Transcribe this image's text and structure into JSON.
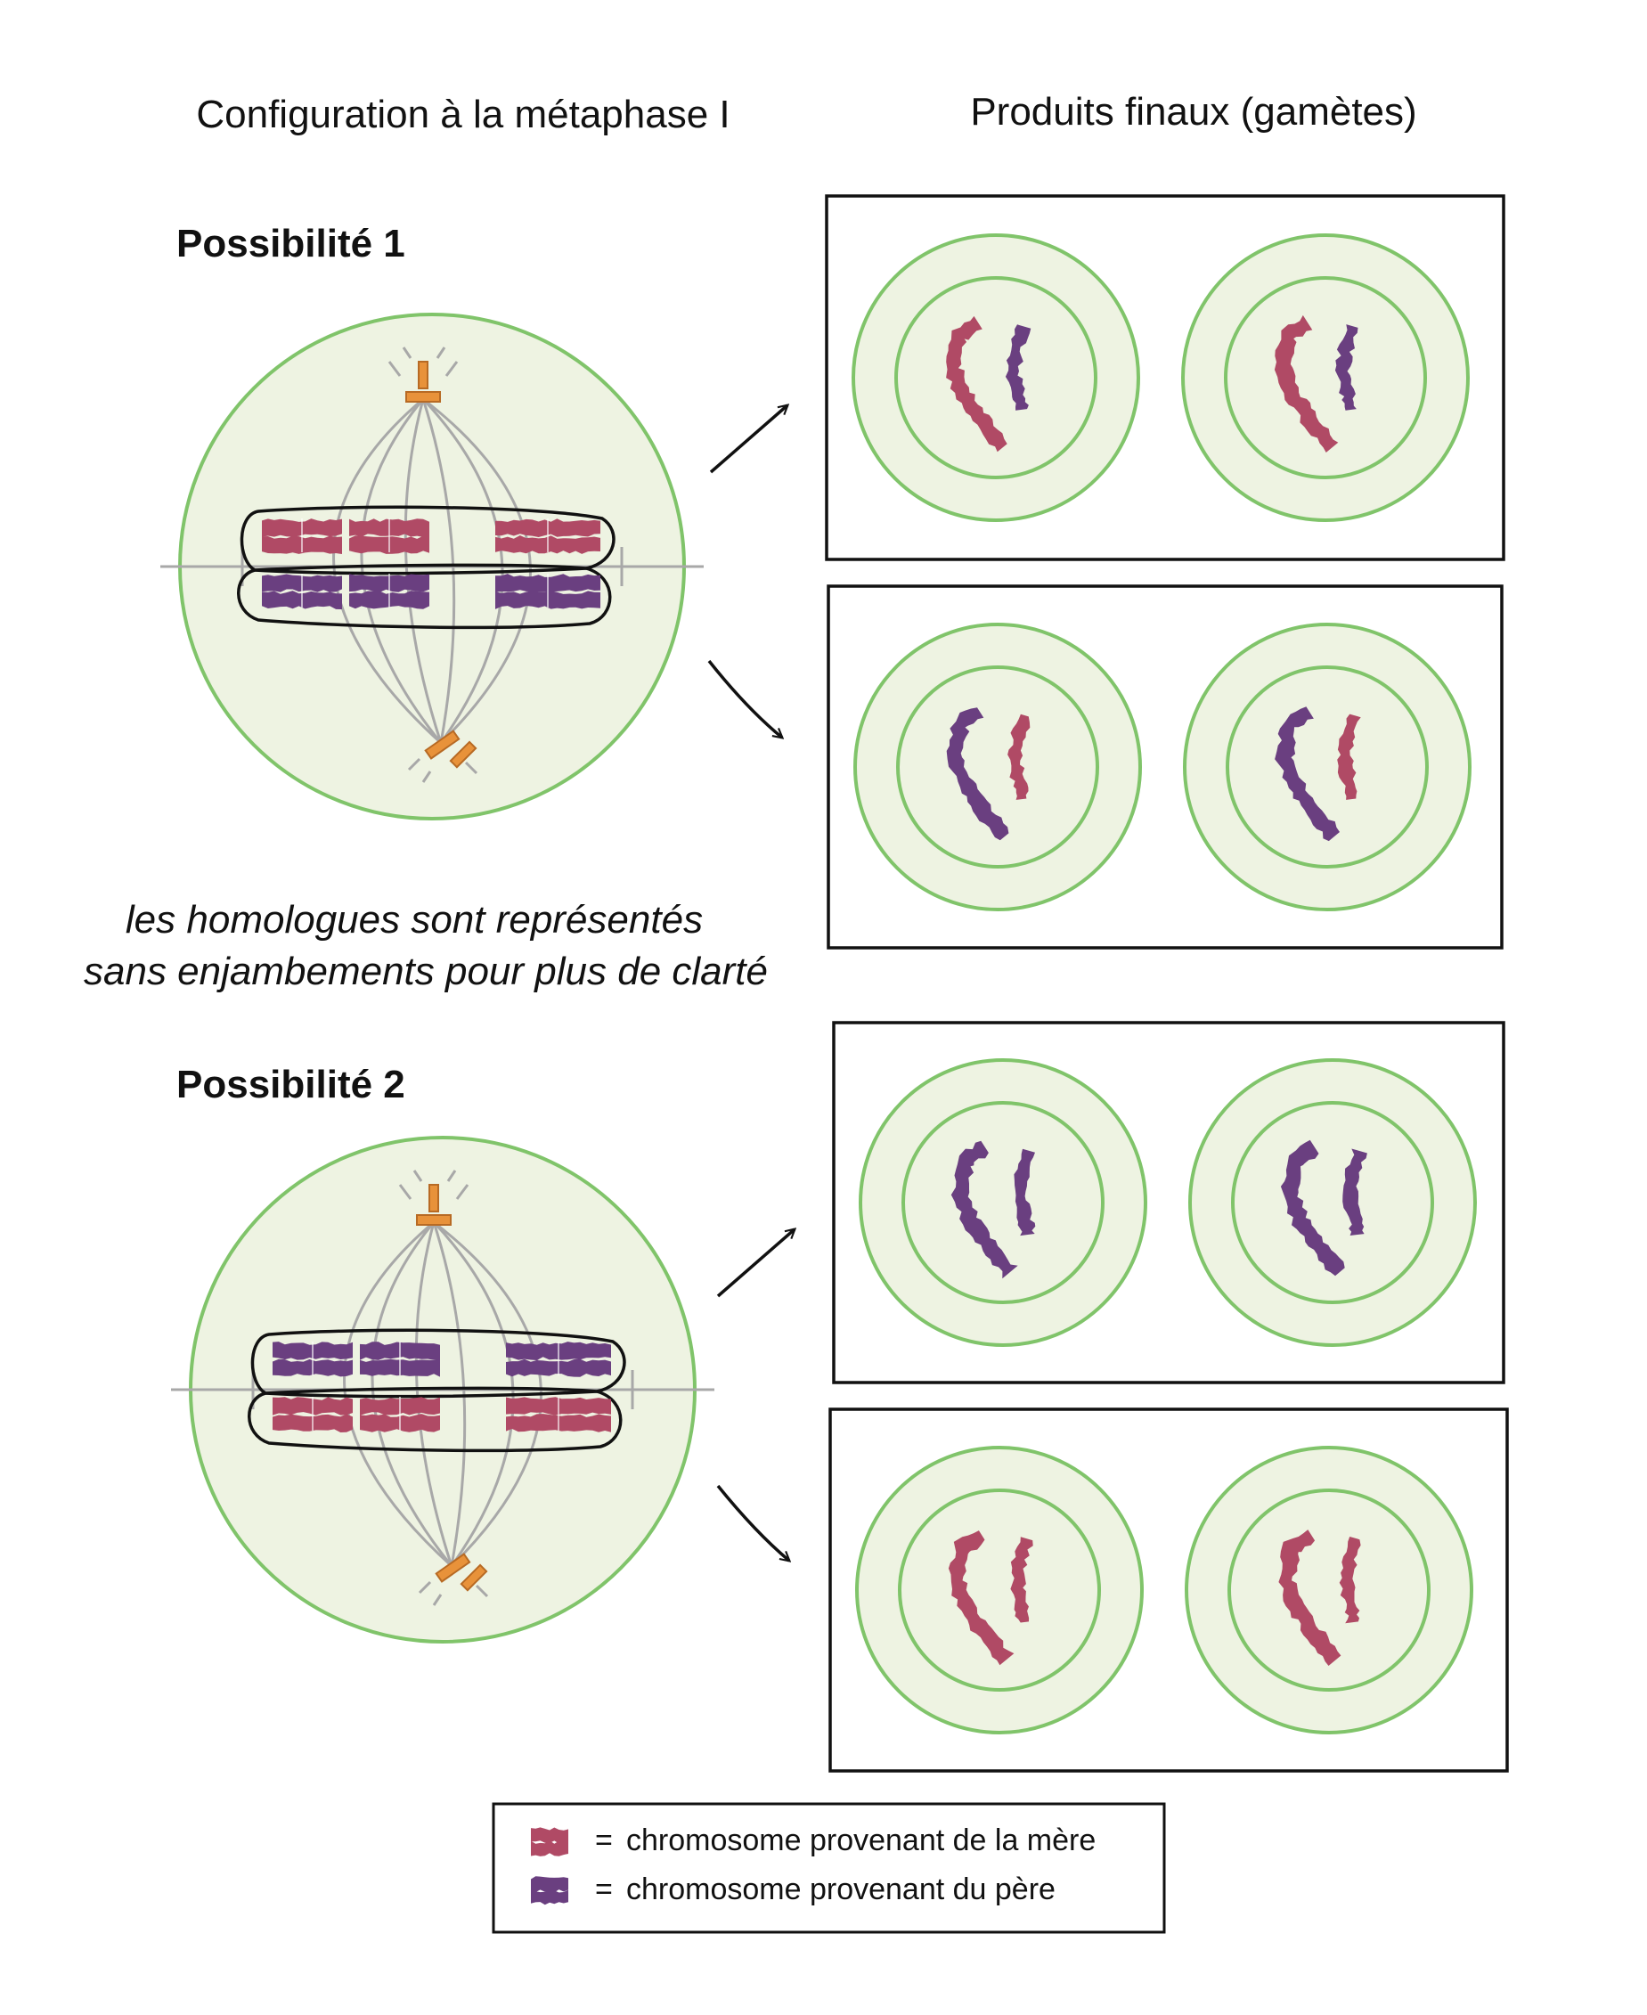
{
  "headers": {
    "left": "Configuration à la métaphase I",
    "right": "Produits finaux (gamètes)"
  },
  "possibilities": [
    {
      "label": "Possibilité 1",
      "upper_row": "mother",
      "lower_row": "father"
    },
    {
      "label": "Possibilité 2",
      "upper_row": "father",
      "lower_row": "mother"
    }
  ],
  "note": {
    "line1": "les homologues sont représentés",
    "line2": "sans enjambements pour plus de clarté"
  },
  "gametes": [
    {
      "pair": [
        "mother",
        "father"
      ]
    },
    {
      "pair": [
        "father",
        "mother"
      ]
    },
    {
      "pair": [
        "father",
        "father"
      ]
    },
    {
      "pair": [
        "mother",
        "mother"
      ]
    }
  ],
  "legend": {
    "mother_label": "chromosome provenant de la mère",
    "father_label": "chromosome provenant du père",
    "equals": "="
  },
  "colors": {
    "mother": "#b04a65",
    "father": "#6a3f80",
    "cell_fill": "#eef3e2",
    "cell_stroke": "#80c46a",
    "centrosome": "#e8923a",
    "spindle": "#a8a8a8",
    "outline": "#111111"
  },
  "icons": {
    "arrow": "arrow-icon",
    "centrosome": "centrosome-icon"
  }
}
